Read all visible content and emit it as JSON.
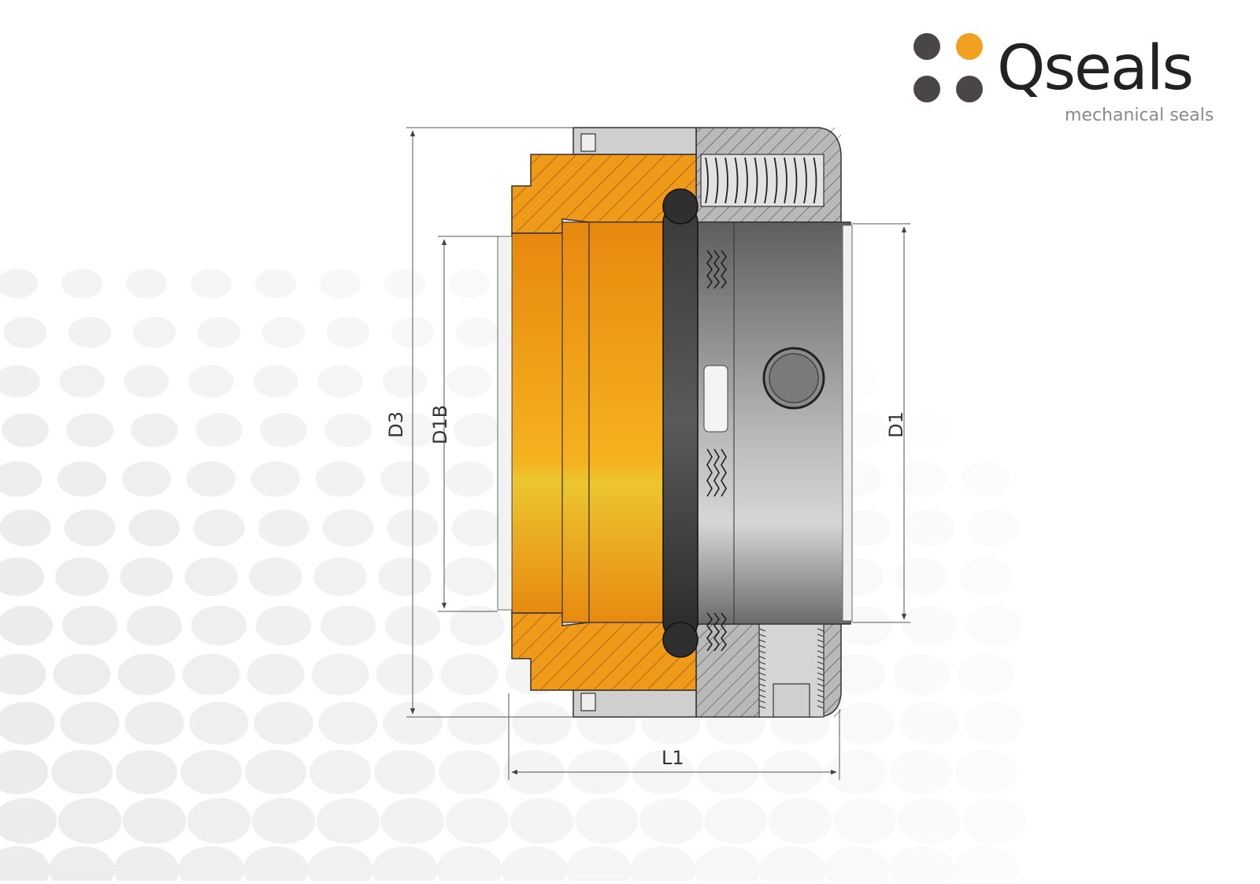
{
  "logo": {
    "brand": "Qseals",
    "tagline": "mechanical seals",
    "colors": {
      "dark": "#4a4645",
      "accent": "#f2a01f"
    }
  },
  "dimensions": {
    "d3": "D3",
    "d1b": "D1B",
    "d1": "D1",
    "l1": "L1"
  },
  "colors": {
    "orange": "#f0a020",
    "orange_dark": "#d07f0a",
    "steel_light": "#d8d8d8",
    "steel_dark": "#555555",
    "oring": "#2e2e2e",
    "line": "#333333",
    "bg_dots": "#ececec"
  }
}
